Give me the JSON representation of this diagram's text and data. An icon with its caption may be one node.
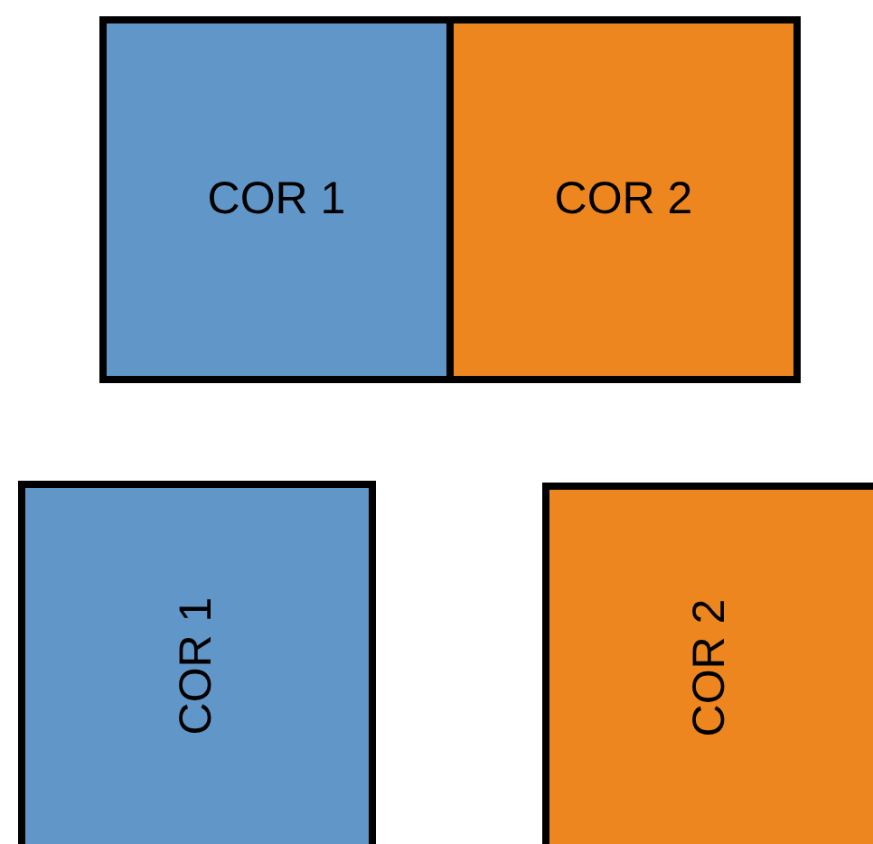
{
  "diagram": {
    "nodes": [
      {
        "text": [
          "COR 1"
        ]
      },
      {
        "text": [
          "COR 2"
        ]
      },
      {
        "text": [
          "COR 1"
        ]
      },
      {
        "text": [
          "COR 2"
        ]
      }
    ]
  }
}
